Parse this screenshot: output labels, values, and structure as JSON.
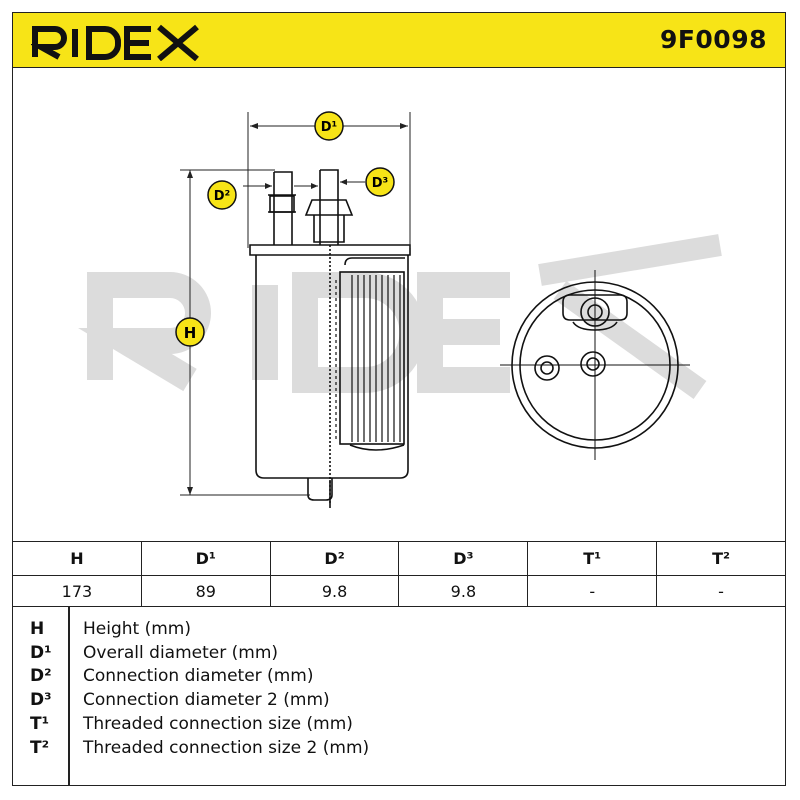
{
  "brand": {
    "logo_text": "RIDEX",
    "part_number": "9F0098",
    "accent_color": "#f7e417"
  },
  "diagram": {
    "labels": {
      "D1": "D¹",
      "D2": "D²",
      "D3": "D³",
      "H": "H"
    },
    "watermark": "RIDEX"
  },
  "spec_table": {
    "headers": [
      "H",
      "D¹",
      "D²",
      "D³",
      "T¹",
      "T²"
    ],
    "values": [
      "173",
      "89",
      "9.8",
      "9.8",
      "-",
      "-"
    ]
  },
  "legend": [
    {
      "symbol": "H",
      "description": "Height (mm)"
    },
    {
      "symbol": "D¹",
      "description": "Overall diameter (mm)"
    },
    {
      "symbol": "D²",
      "description": "Connection diameter (mm)"
    },
    {
      "symbol": "D³",
      "description": "Connection diameter 2 (mm)"
    },
    {
      "symbol": "T¹",
      "description": "Threaded connection size (mm)"
    },
    {
      "symbol": "T²",
      "description": "Threaded connection size 2 (mm)"
    }
  ]
}
